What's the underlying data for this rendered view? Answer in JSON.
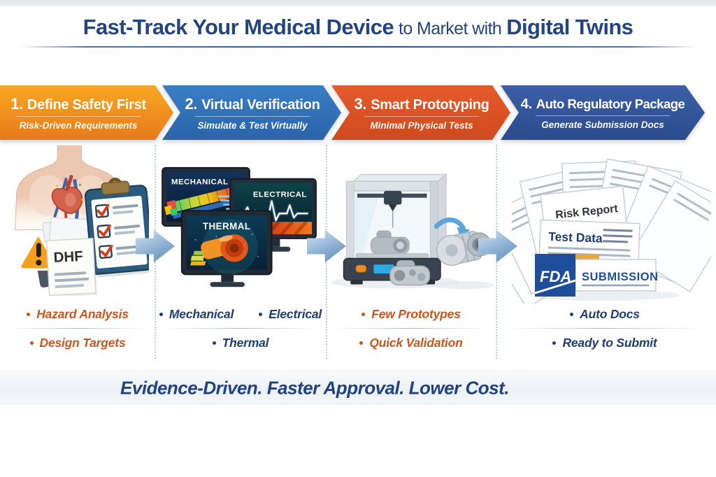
{
  "header": {
    "title_bold_1": "Fast-Track Your Medical Device",
    "title_regular": "to Market with",
    "title_bold_2": "Digital Twins"
  },
  "steps": [
    {
      "number": "1.",
      "title": "Define Safety First",
      "subtitle": "Risk-Driven Requirements",
      "accent_color": "#ee8c1c",
      "bullets": [
        "Hazard Analysis",
        "Design Targets"
      ]
    },
    {
      "number": "2.",
      "title": "Virtual Verification",
      "subtitle": "Simulate & Test Virtually",
      "accent_color": "#3171b7",
      "bullets": [
        "Mechanical",
        "Electrical",
        "Thermal"
      ]
    },
    {
      "number": "3.",
      "title": "Smart Prototyping",
      "subtitle": "Minimal Physical Tests",
      "accent_color": "#d95226",
      "bullets": [
        "Few Prototypes",
        "Quick Validation"
      ]
    },
    {
      "number": "4.",
      "title": "Auto Regulatory Package",
      "subtitle": "Generate Submission Docs",
      "accent_color": "#2f5299",
      "bullets": [
        "Auto Docs",
        "Ready to Submit"
      ]
    }
  ],
  "illustrations": {
    "step1": {
      "warning_mark": "!",
      "document_label": "DHF"
    },
    "step2": {
      "monitors": [
        "MECHANICAL",
        "ELECTRICAL",
        "THERMAL"
      ]
    },
    "step4": {
      "documents": [
        "Risk Report",
        "Test Data"
      ],
      "fda": "FDA",
      "submission": "SUBMISSION"
    }
  },
  "footer": {
    "tagline": "Evidence-Driven. Faster Approval. Lower Cost."
  },
  "colors": {
    "title_navy": "#24447f",
    "bullet_orange": "#c8571d",
    "bullet_navy": "#1e3e74",
    "tagline_navy": "#20427e",
    "flow_arrow_blue": "#86abd0"
  }
}
